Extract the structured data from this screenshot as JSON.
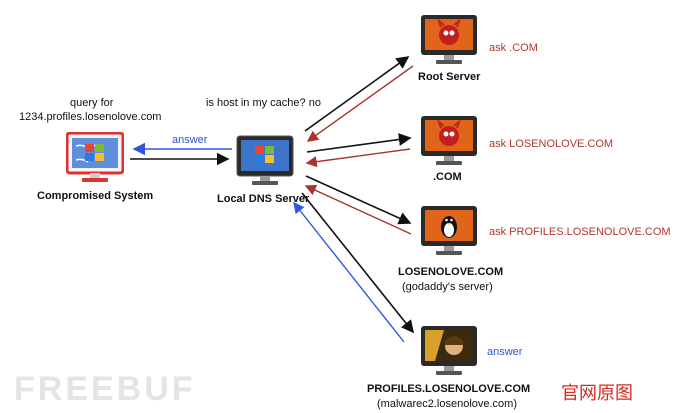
{
  "nodes": {
    "compromised": {
      "name": "Compromised System",
      "icon": "windows-logo-icon",
      "frame_color": "#e03030"
    },
    "local_dns": {
      "name": "Local DNS Server",
      "icon": "windows-logo-icon"
    },
    "root": {
      "name": "Root Server",
      "ask": "ask .COM",
      "icon": "bsd-daemon-icon"
    },
    "com": {
      "name": ".COM",
      "ask": "ask LOSENOLOVE.COM",
      "icon": "bsd-daemon-icon"
    },
    "losenolove": {
      "name": "LOSENOLOVE.COM",
      "sub": "(godaddy's server)",
      "ask": "ask PROFILES.LOSENOLOVE.COM",
      "icon": "linux-penguin-icon"
    },
    "profiles": {
      "name": "PROFILES.LOSENOLOVE.COM",
      "sub": "(malwarec2.losenolove.com)",
      "answer": "answer",
      "icon": "character-icon"
    }
  },
  "annotations": {
    "query": "query for",
    "query_host": "1234.profiles.losenolove.com",
    "cache": "is host in my cache? no",
    "answer": "answer"
  },
  "watermark": {
    "brand": "FREEBUF",
    "stamp": "官网原图"
  },
  "colors": {
    "request": "#111111",
    "response_red": "#a8352d",
    "response_blue": "#2f58e0",
    "screen_orange": "#e0651a"
  }
}
